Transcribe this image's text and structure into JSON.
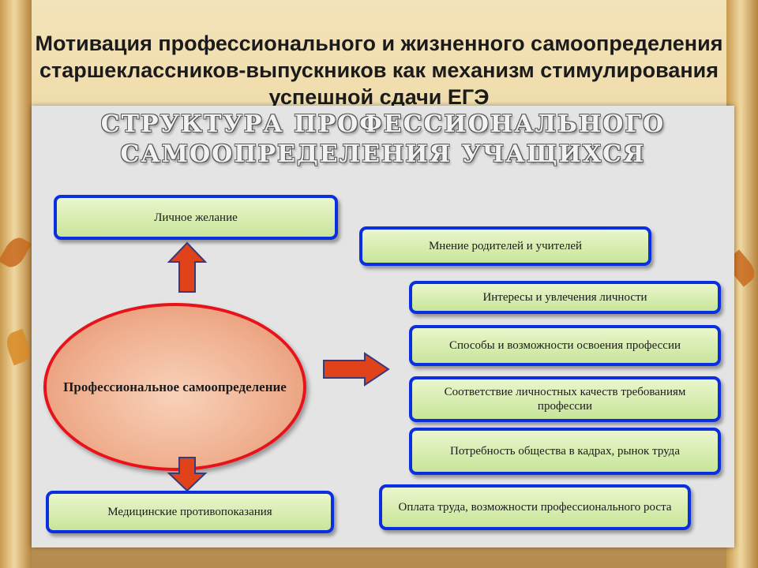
{
  "slide": {
    "title": "Мотивация профессионального и жизненного самоопределения старшеклассников-выпускников как механизм стимулирования успешной сдачи ЕГЭ"
  },
  "diagram": {
    "heading_line1": "СТРУКТУРА ПРОФЕССИОНАЛЬНОГО",
    "heading_line2": "САМООПРЕДЕЛЕНИЯ УЧАЩИХСЯ",
    "center": "Профессиональное самоопределение",
    "top_box": "Личное желание",
    "bottom_box": "Медицинские противопоказания",
    "right_boxes": [
      "Мнение родителей и учителей",
      "Интересы и увлечения личности",
      "Способы и возможности освоения профессии",
      "Соответствие личностных качеств требованиям профессии",
      "Потребность общества в кадрах, рынок труда",
      "Оплата труда, возможности профессионального роста"
    ],
    "colors": {
      "box_border": "#0a2fe0",
      "box_fill": "#d8eeb0",
      "ellipse_border": "#e8121a",
      "ellipse_fill": "#f0b090",
      "arrow_fill": "#e0421a"
    }
  }
}
